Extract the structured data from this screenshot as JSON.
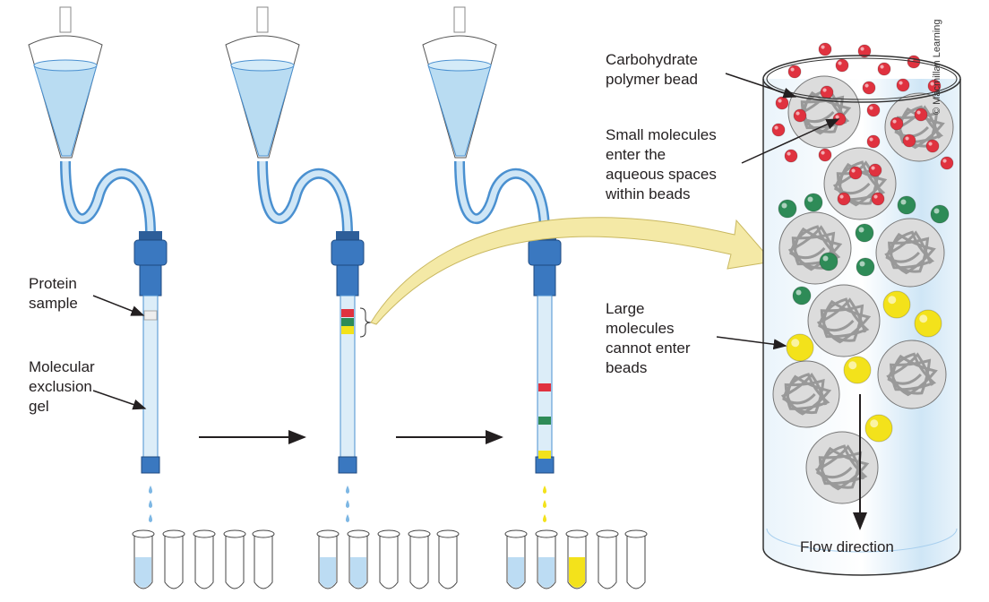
{
  "labels": {
    "protein_sample": "Protein\nsample",
    "molecular_exclusion_gel": "Molecular\nexclusion\ngel",
    "carbohydrate_bead": "Carbohydrate\npolymer bead",
    "small_molecules": "Small molecules\nenter the\naqueous spaces\nwithin beads",
    "large_molecules": "Large\nmolecules\ncannot enter\nbeads",
    "flow_direction": "Flow direction"
  },
  "credit": "© Macmillan Learning",
  "colors": {
    "buffer": "#b9dcf2",
    "fitting": "#3a78c0",
    "small_molecule": "#e0323f",
    "medium_molecule": "#2e8b57",
    "large_molecule": "#f3e21b",
    "bead": "#dcdcdc",
    "highlight_arrow": "#f4e9a6"
  }
}
